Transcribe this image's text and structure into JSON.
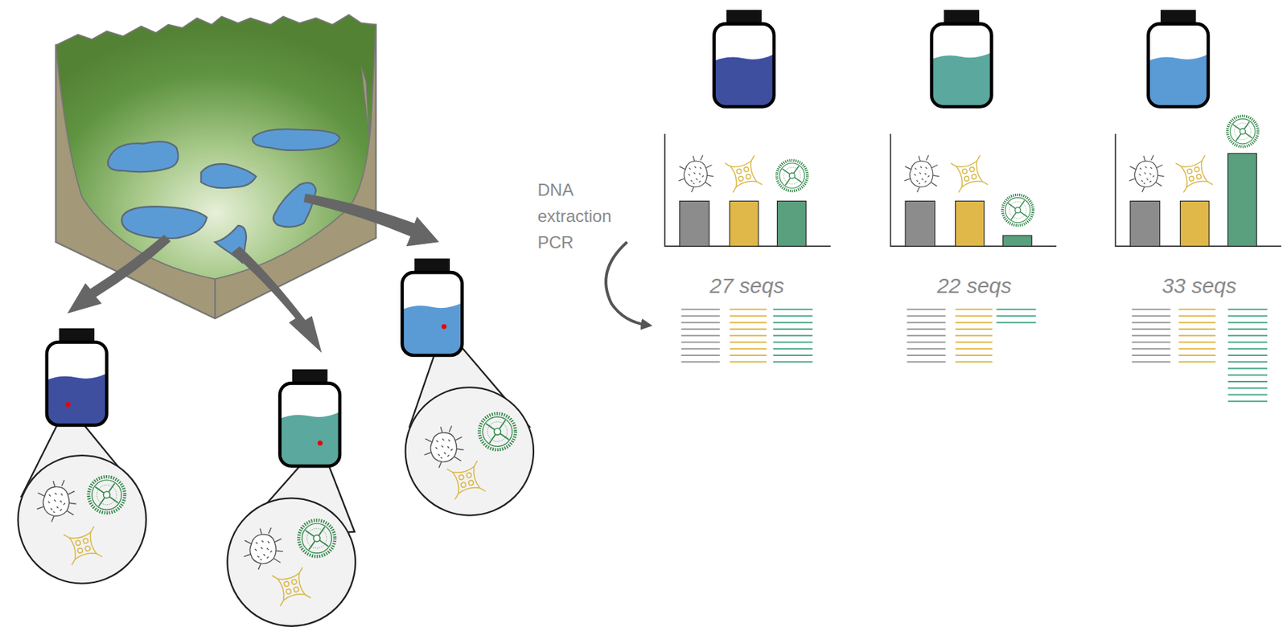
{
  "diagram": {
    "labels": [
      "DNA extraction PCR",
      "27 seqs",
      "22 seqs",
      "33 seqs"
    ]
  }
}
